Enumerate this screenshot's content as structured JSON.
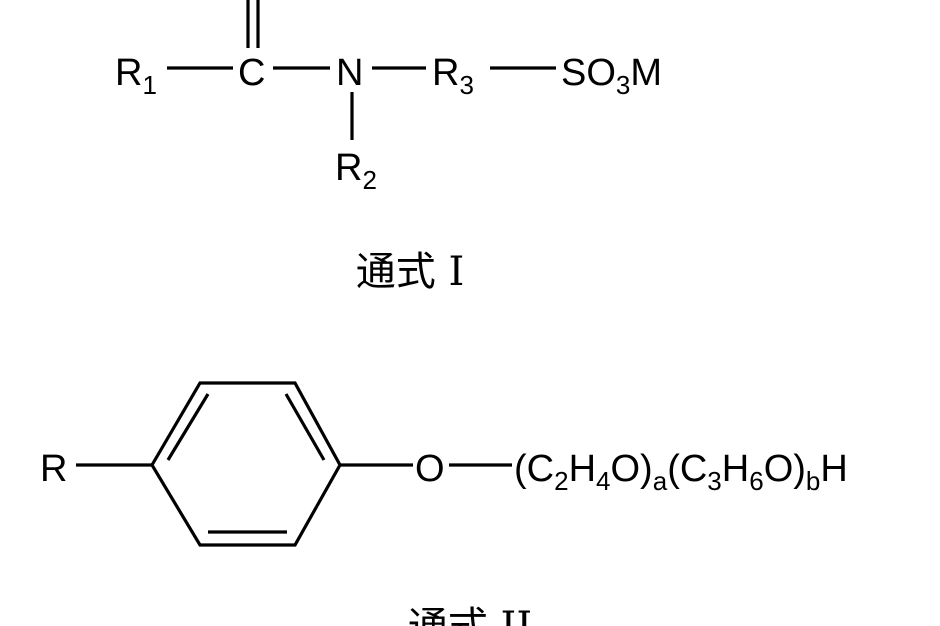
{
  "formula_1": {
    "caption": "通式 I",
    "atoms": {
      "r1": "R",
      "r1_sub": "1",
      "c": "C",
      "n": "N",
      "r2": "R",
      "r2_sub": "2",
      "r3": "R",
      "r3_sub": "3",
      "so3m_a": "SO",
      "so3m_sub": "3",
      "so3m_b": "M"
    }
  },
  "formula_2": {
    "caption": "通式 II",
    "atoms": {
      "r": "R",
      "o": "O",
      "chain": [
        {
          "t": "(C",
          "s": "2"
        },
        {
          "t": "H",
          "s": "4"
        },
        {
          "t": "O)",
          "s": "a"
        },
        {
          "t": "(C",
          "s": "3"
        },
        {
          "t": "H",
          "s": "6"
        },
        {
          "t": "O)",
          "s": "b"
        },
        {
          "t": "H",
          "s": ""
        }
      ]
    }
  }
}
